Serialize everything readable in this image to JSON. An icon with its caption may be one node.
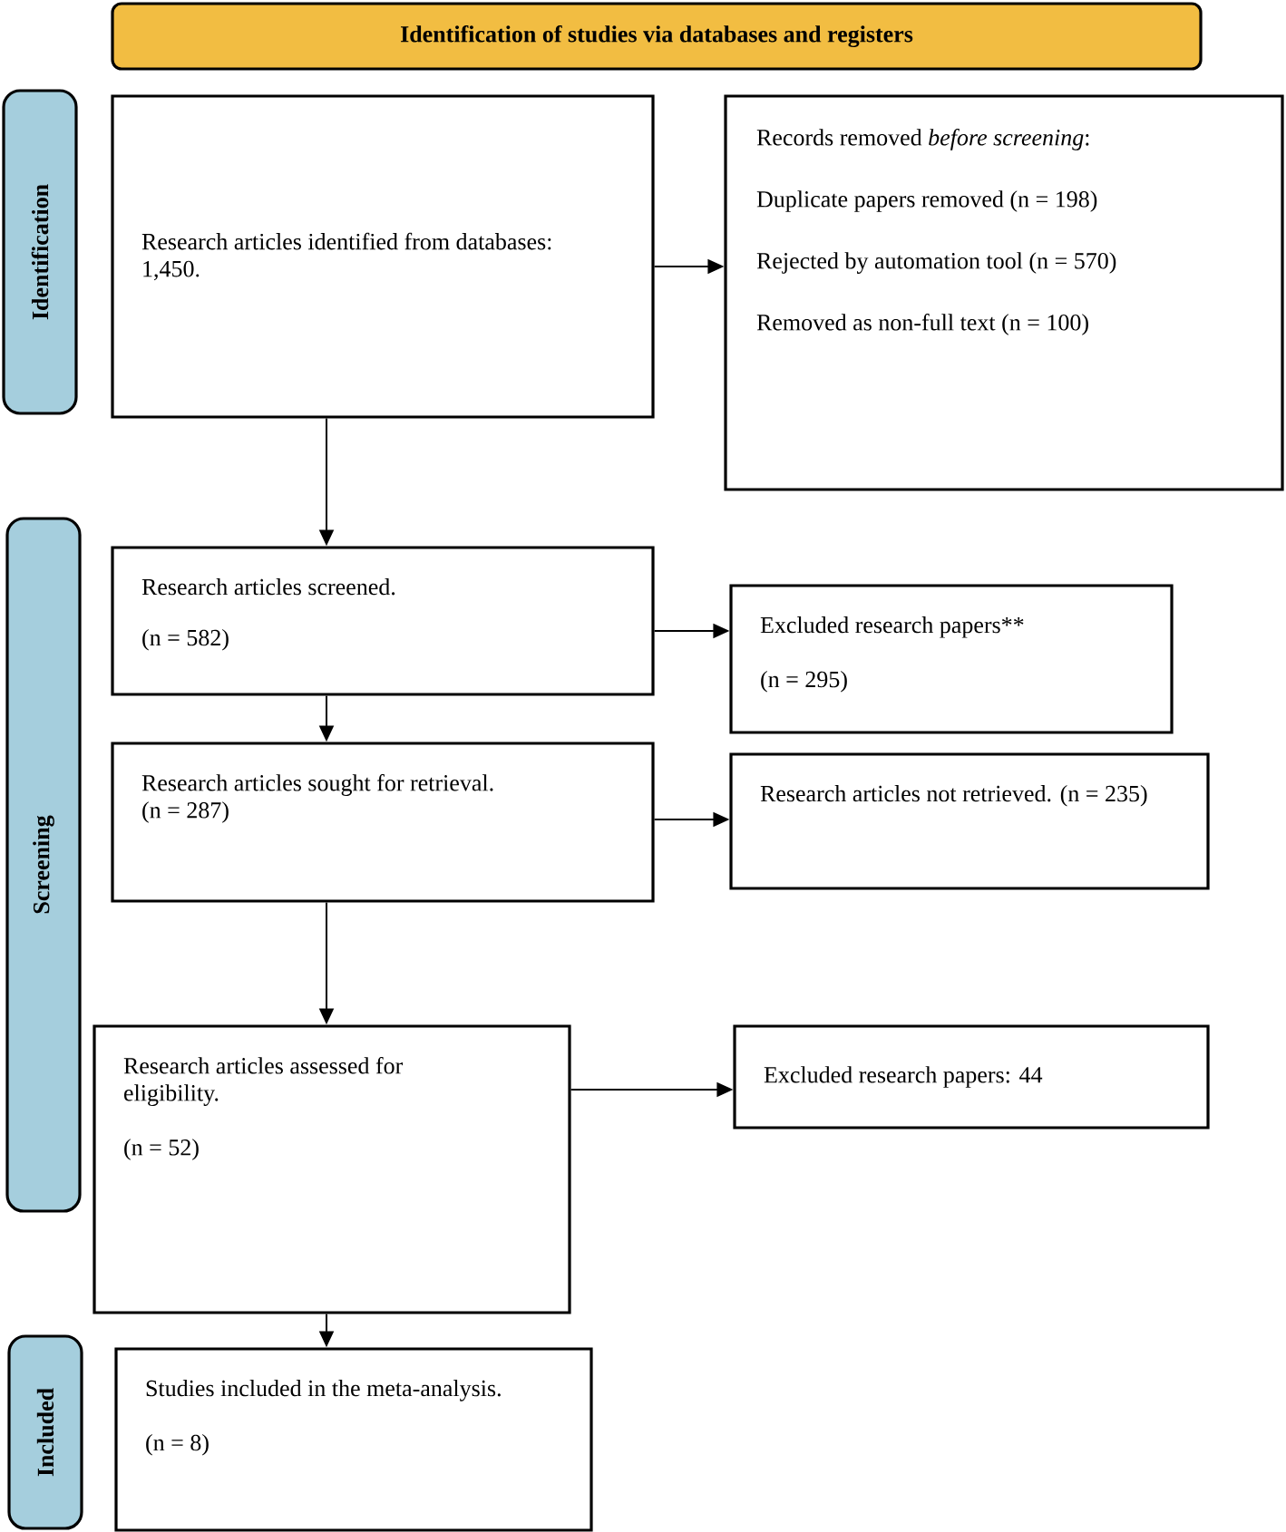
{
  "diagram": {
    "nodes": [
      {
        "text": [
          "Identification of studies via databases and registers"
        ]
      },
      {
        "text": [
          "Identification"
        ]
      },
      {
        "text": [
          "Screening"
        ]
      },
      {
        "text": [
          "Included"
        ]
      },
      {
        "text": [
          "Research articles identified from databases: 1,450."
        ]
      },
      {
        "text": [
          "Records removed *before screening*:",
          "Duplicate papers removed (n = 198)",
          "Rejected by automation tool (n = 570)",
          "Removed as non-full text (n = 100)"
        ]
      },
      {
        "text": [
          "Research articles screened.",
          "(n = 582)"
        ]
      },
      {
        "text": [
          "Excluded research papers**",
          "(n = 295)"
        ]
      },
      {
        "text": [
          "Research articles sought for retrieval. (n = 287)"
        ]
      },
      {
        "text": [
          "Research articles not retrieved. (n = 235)"
        ]
      },
      {
        "text": [
          "Research articles assessed for eligibility.",
          "(n = 52)"
        ]
      },
      {
        "text": [
          "Excluded research papers: 44"
        ]
      },
      {
        "text": [
          "Studies included in the meta-analysis.",
          "(n = 8)"
        ]
      }
    ],
    "edges": [
      {
        "from": 4,
        "to": 5,
        "arrow": "to"
      },
      {
        "from": 4,
        "to": 6,
        "arrow": "to"
      },
      {
        "from": 6,
        "to": 7,
        "arrow": "to"
      },
      {
        "from": 6,
        "to": 8,
        "arrow": "to"
      },
      {
        "from": 8,
        "to": 9,
        "arrow": "to"
      },
      {
        "from": 8,
        "to": 10,
        "arrow": "to"
      },
      {
        "from": 10,
        "to": 11,
        "arrow": "to"
      },
      {
        "from": 10,
        "to": 12,
        "arrow": "to"
      }
    ]
  }
}
